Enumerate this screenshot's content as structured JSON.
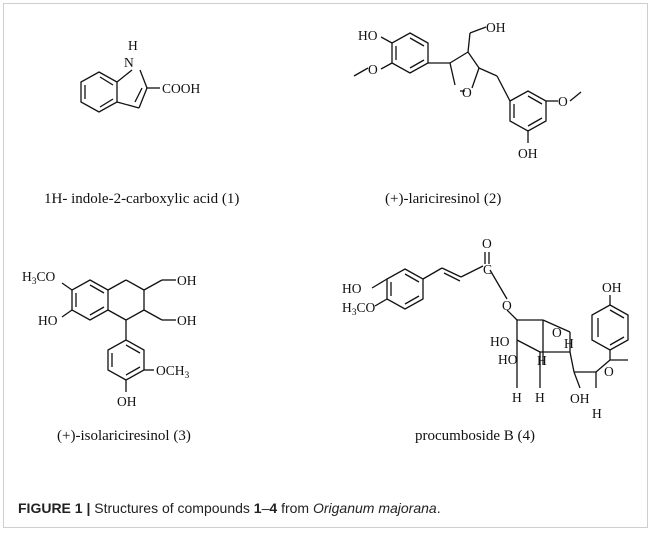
{
  "compounds": [
    {
      "name": "1H- indole-2-carboxylic acid (1)"
    },
    {
      "name": "(+)-lariciresinol (2)"
    },
    {
      "name": "(+)-isolariciresinol (3)"
    },
    {
      "name": "procumboside B (4)"
    }
  ],
  "atoms": {
    "c1": {
      "nh": "N",
      "h": "H",
      "acid": "COOH"
    },
    "c2": {
      "ho": "HO",
      "oh_top": "OH",
      "o_ring": "O",
      "o_methoxy": "O",
      "o_methoxy_right": "O",
      "oh_bottom": "OH"
    },
    "c3": {
      "h3co_h": "H",
      "h3co_3": "3",
      "h3co_co": "CO",
      "ho_left": "HO",
      "oh1": "OH",
      "oh2": "OH",
      "och3_och": "OCH",
      "och3_3": "3",
      "oh_bottom": "OH"
    },
    "c4": {
      "ho": "HO",
      "h3co_h": "H",
      "h3co_3": "3",
      "h3co_co": "CO",
      "o_carbonyl": "O",
      "c_carbonyl": "C",
      "o_ester": "O",
      "oh_phenol": "OH",
      "o_ring": "O",
      "o_glyco": "O",
      "ho1": "HO",
      "ho2": "HO",
      "h1": "H",
      "h2": "H",
      "h3": "H",
      "h4": "H",
      "oh1": "OH",
      "oh2": "H"
    }
  },
  "caption": {
    "label": "FIGURE 1 |",
    "text1": " Structures of compounds ",
    "range_start": "1",
    "dash": "–",
    "range_end": "4",
    "text2": " from ",
    "species": "Origanum majorana",
    "end": "."
  }
}
